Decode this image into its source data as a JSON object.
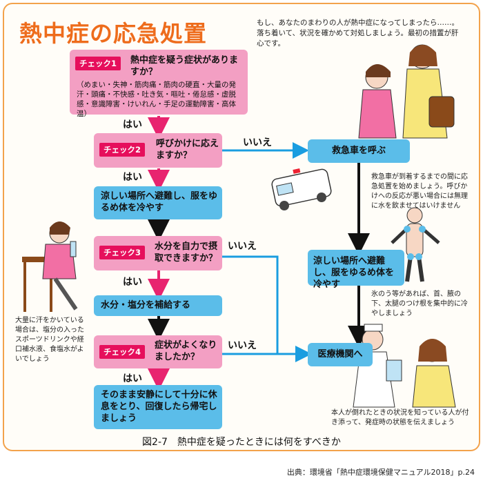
{
  "title": "熱中症の応急処置",
  "intro": "もし、あなたのまわりの人が熱中症になってしまったら……。落ち着いて、状況を確かめて対処しましょう。最初の措置が肝心です。",
  "check1": {
    "tag": "チェック1",
    "question": "熱中症を疑う症状がありますか？",
    "symptoms": "（めまい・失神・筋肉痛・筋肉の硬直・大量の発汗・頭痛・不快感・吐き気・嘔吐・倦怠感・虚脱感・意識障害・けいれん・手足の運動障害・高体温）"
  },
  "check2": {
    "tag": "チェック2",
    "question": "呼びかけに応えますか？"
  },
  "check3": {
    "tag": "チェック3",
    "question": "水分を自力で摂取できますか？"
  },
  "check4": {
    "tag": "チェック4",
    "question": "症状がよくなりましたか？"
  },
  "actions": {
    "cool_left": "涼しい場所へ避難し、服をゆるめ体を冷やす",
    "hydrate": "水分・塩分を補給する",
    "rest": "そのまま安静にして十分に休息をとり、回復したら帰宅しましょう",
    "ambulance": "救急車を呼ぶ",
    "cool_right": "涼しい場所へ避難し、服をゆるめ体を冷やす",
    "hospital": "医療機関へ"
  },
  "labels": {
    "yes": "はい",
    "no": "いいえ"
  },
  "notes": {
    "ambulance": "救急車が到着するまでの間に応急処置を始めましょう。呼びかけへの反応が悪い場合には無理に水を飲ませてはいけません",
    "cooling": "氷のう等があれば、首、腋の下、太腿のつけ根を集中的に冷やしましょう",
    "sweat": "大量に汗をかいている場合は、塩分の入ったスポーツドリンクや経口補水液、食塩水がよいでしょう",
    "hospital": "本人が倒れたときの状況を知っている人が付き添って、発症時の状態を伝えましょう"
  },
  "caption": "図2-7　熱中症を疑ったときには何をすべきか",
  "source": "出典：環境省「熱中症環境保健マニュアル2018」p.24",
  "colors": {
    "pink": "#f39fc3",
    "blue": "#5bbde9",
    "tag": "#e60f5c",
    "arrow_pink": "#e8246f",
    "arrow_blue": "#1a9de0",
    "title": "#ee6c1c"
  }
}
